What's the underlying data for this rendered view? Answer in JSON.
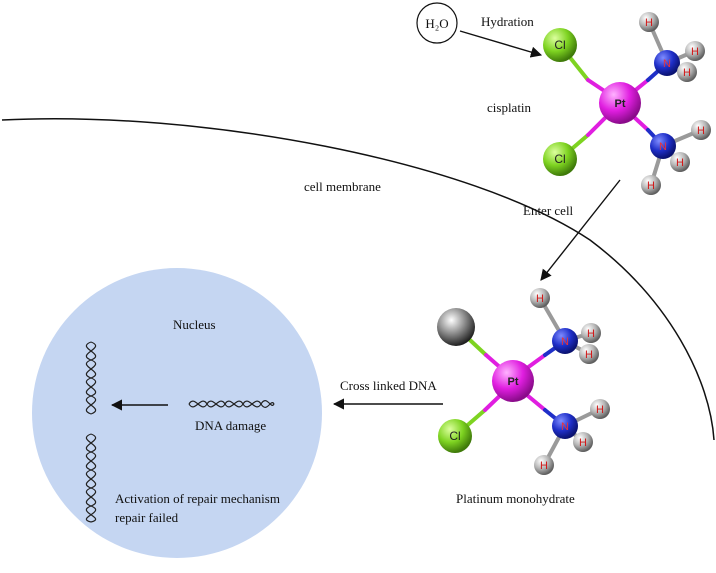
{
  "labels": {
    "water": "H₂O",
    "hydration": "Hydration",
    "cisplatin": "cisplatin",
    "cell_membrane": "cell membrane",
    "enter_cell": "Enter cell",
    "nucleus": "Nucleus",
    "cross_linked_dna": "Cross linked DNA",
    "dna_damage": "DNA damage",
    "repair_line1": "Activation of repair mechanism",
    "repair_line2": "repair failed",
    "platinum_monohydrate": "Platinum monohydrate"
  },
  "atoms": {
    "platinum": "Pt",
    "chlorine": "Cl",
    "nitrogen": "N",
    "hydrogen": "H"
  },
  "colors": {
    "nucleus_fill": "#c5d6f2",
    "platinum": "#e01ee0",
    "chlorine": "#7ed321",
    "nitrogen": "#1f2fc8",
    "hydrogen": "#9a9a9a",
    "water_ball": "#6b6b6b"
  }
}
